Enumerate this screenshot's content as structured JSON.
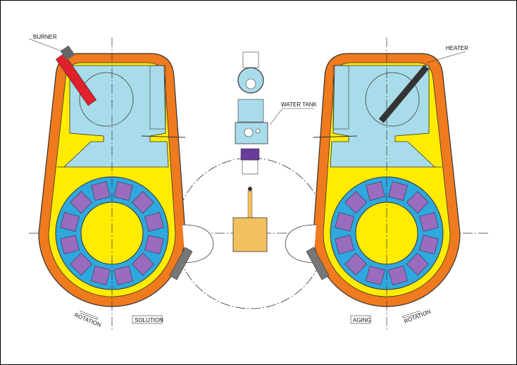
{
  "labels": {
    "burner": "BURNER",
    "heater": "HEATER",
    "water_tank": "WATER TANK",
    "rotation_left": "ROTATION",
    "rotation_right": "ROTATION",
    "solution": "SOLUTION",
    "aging": "AGING"
  },
  "colors": {
    "shell": "#f07a1e",
    "interior": "#ffec00",
    "chamber": "#a9dcea",
    "ring": "#2fa8e0",
    "load": "#9a6cc0",
    "burner": "#e0202a",
    "heater": "#333333",
    "quench": "#f3c060"
  }
}
